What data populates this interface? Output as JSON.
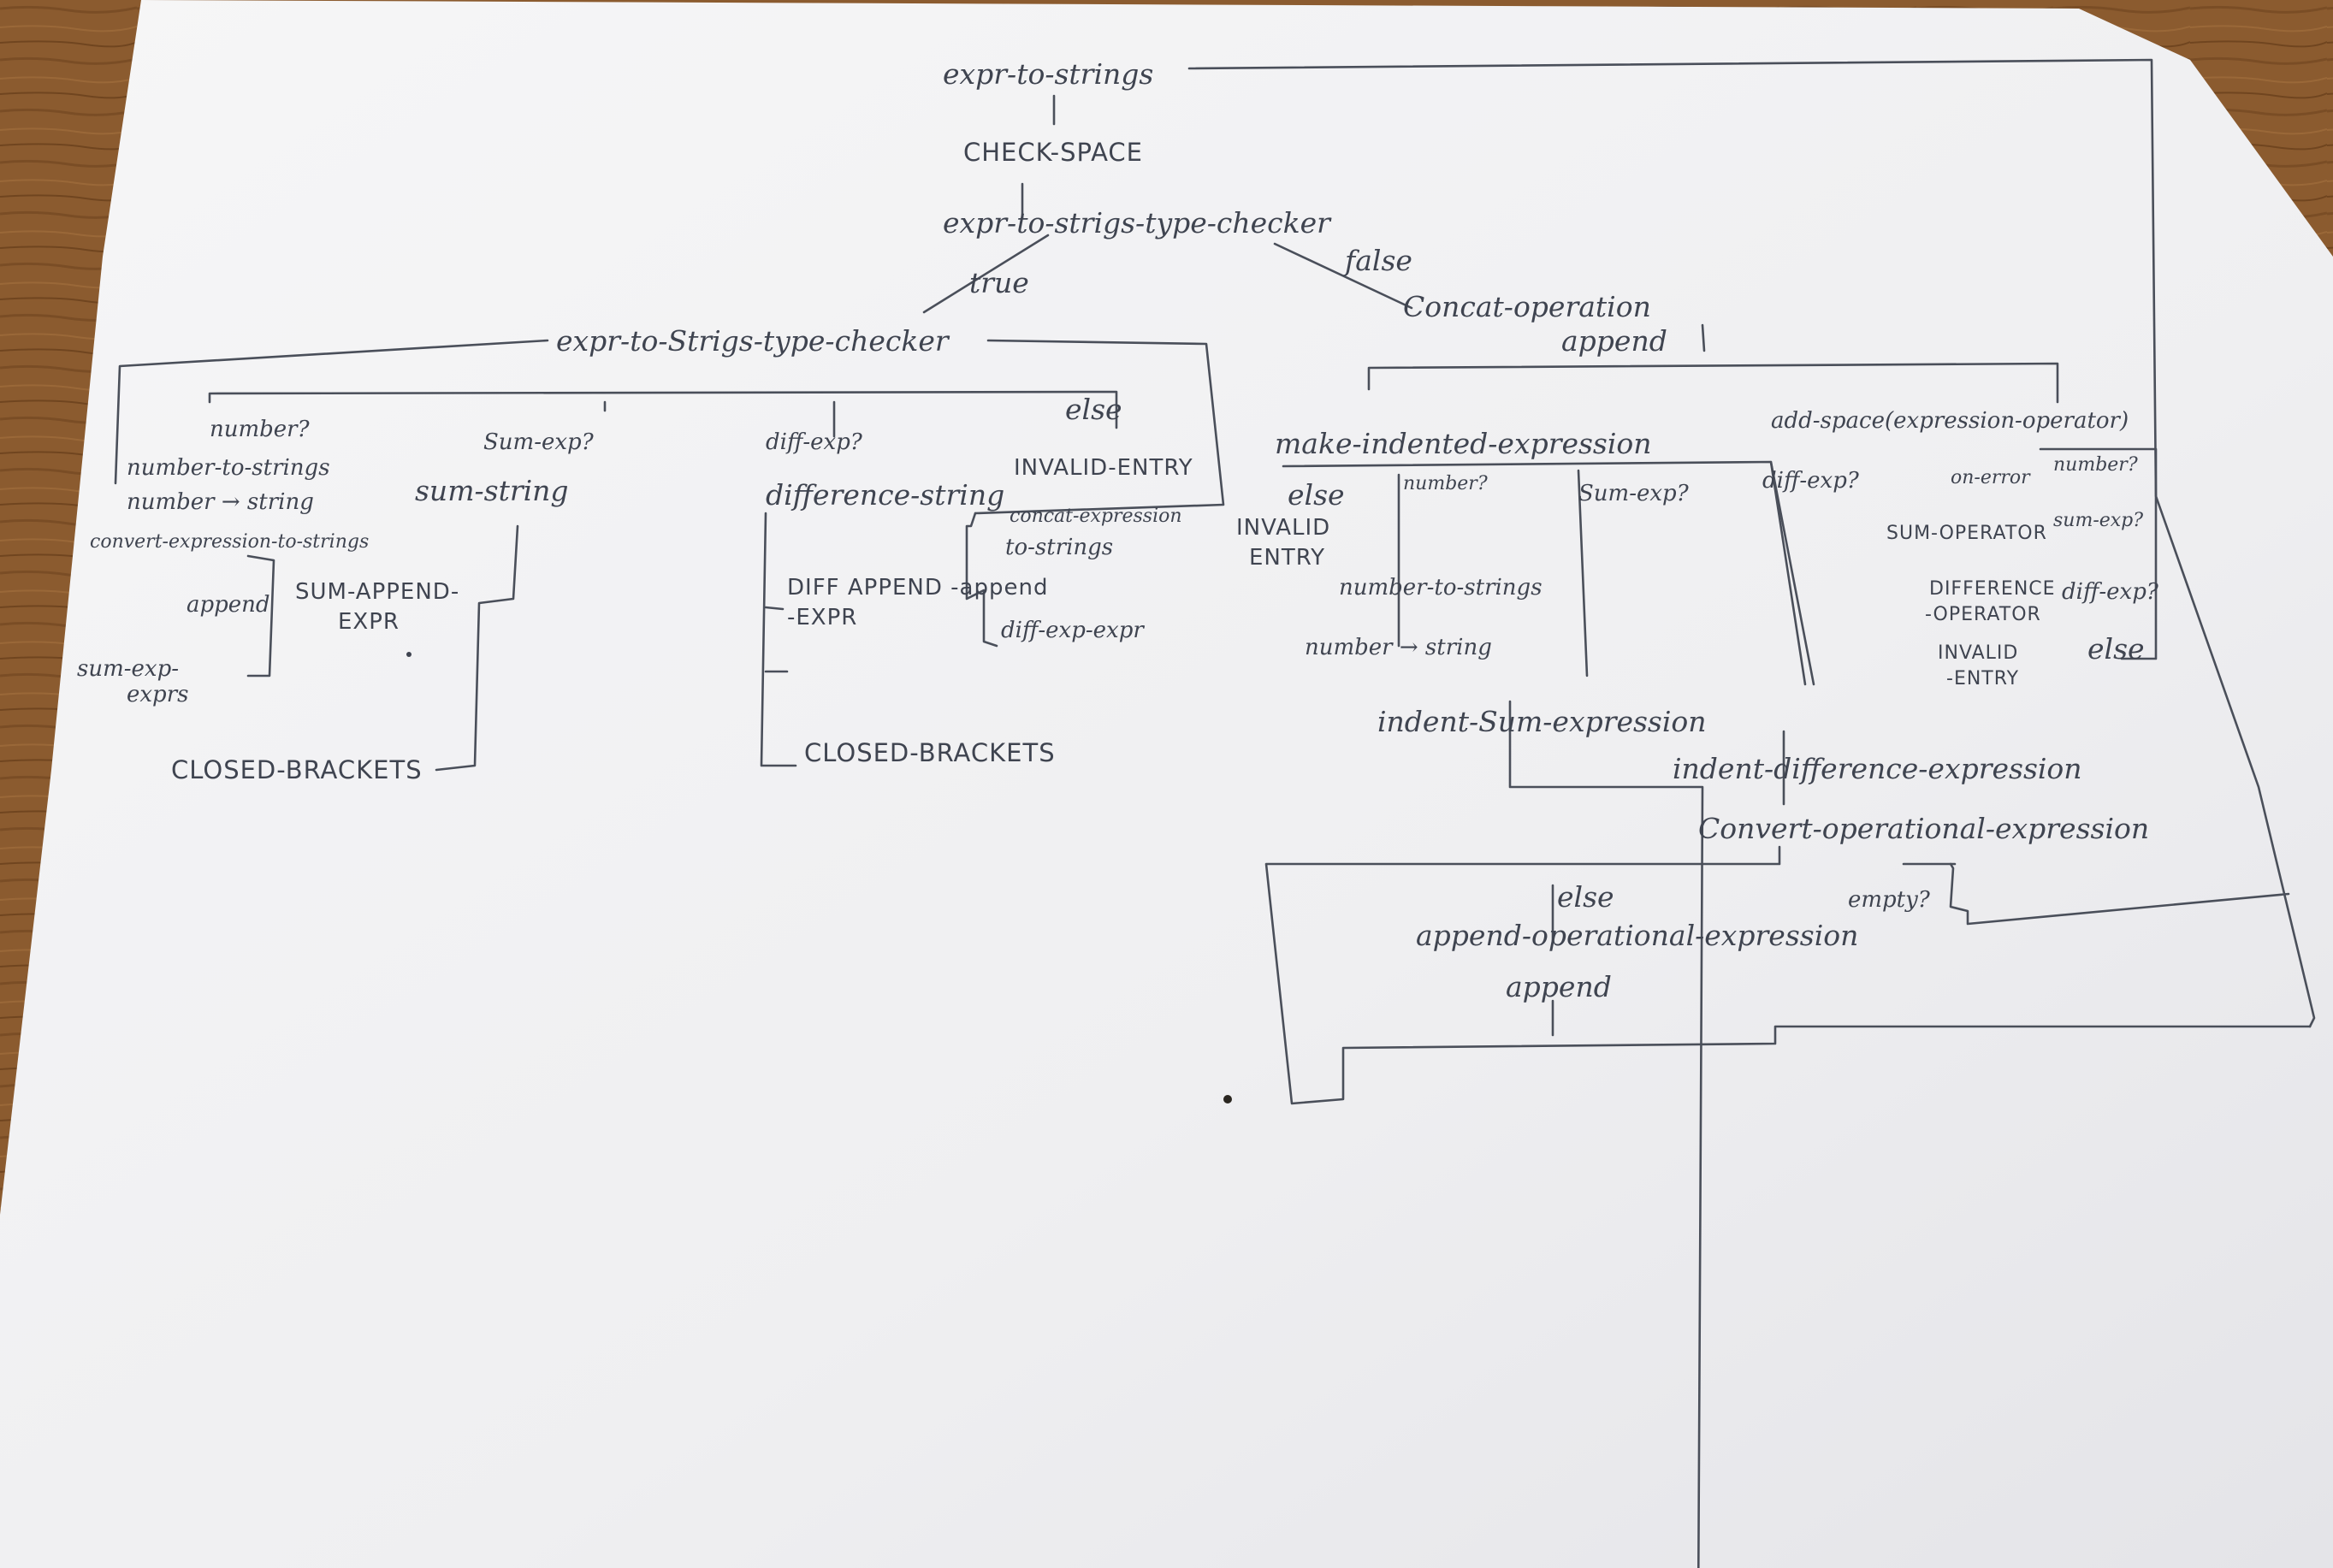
{
  "colors": {
    "desk": "#8a5a2e",
    "paper": "#f3f3f4",
    "ink": "#3f4450"
  },
  "diagram": {
    "top": {
      "root": "expr-to-strings",
      "check_space": "CHECK-SPACE",
      "type_checker": "expr-to-strigs-type-checker",
      "branch_true": "true",
      "branch_false": "false"
    },
    "left": {
      "title": "expr-to-Strigs-type-checker",
      "number_q": "number?",
      "number_to_strings": "number-to-strings",
      "number_to_string": "number → string",
      "sum_exp_q": "Sum-exp?",
      "sum_string": "sum-string",
      "diff_exp_q": "diff-exp?",
      "else": "else",
      "invalid_entry": "INVALID-ENTRY",
      "difference_string": "difference-string",
      "convert_expression_to_strings": "convert-expression-to-strings",
      "append": "append",
      "sum_append_expr_1": "SUM-APPEND-",
      "sum_append_expr_2": "EXPR",
      "sum_exp_exprs_1": "sum-exp-",
      "sum_exp_exprs_2": "exprs",
      "closed_brackets_left": "CLOSED-BRACKETS",
      "concat_expression_1": "concat-expression",
      "concat_expression_2": "to-strings",
      "diff_append_expr_1": "DIFF APPEND -append",
      "diff_append_expr_2": "-EXPR",
      "diff_exp_expr": "diff-exp-expr",
      "closed_brackets_mid": "CLOSED-BRACKETS"
    },
    "right": {
      "concat_operation": "Concat-operation",
      "append": "append",
      "make_indented": "make-indented-expression",
      "else": "else",
      "invalid_entry_1": "INVALID",
      "invalid_entry_2": "ENTRY",
      "number_q": "number?",
      "sum_exp_q": "Sum-exp?",
      "diff_exp_q": "diff-exp?",
      "number_to_strings": "number-to-strings",
      "number_to_string": "number → string",
      "indent_sum": "indent-Sum-expression",
      "indent_diff": "indent-difference-expression",
      "add_space": "add-space(expression-operator)",
      "on_error": "on-error",
      "number_q2": "number?",
      "sum_operator": "SUM-OPERATOR",
      "sum_exp_q2": "sum-exp?",
      "difference_operator_1": "DIFFERENCE",
      "difference_operator_2": "-OPERATOR",
      "diff_exp_q2": "diff-exp?",
      "invalid_entry2_1": "INVALID",
      "invalid_entry2_2": "-ENTRY",
      "else2": "else"
    },
    "bottom": {
      "convert_operational": "Convert-operational-expression",
      "else": "else",
      "empty_q": "empty?",
      "append_operational": "append-operational-expression",
      "append": "append"
    }
  }
}
